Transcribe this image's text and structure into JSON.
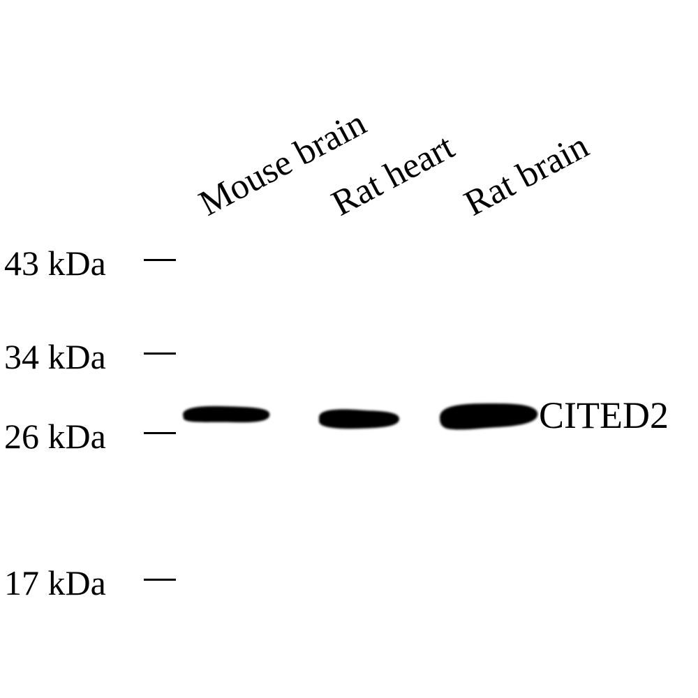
{
  "lanes": [
    {
      "label": "Mouse brain"
    },
    {
      "label": "Rat heart"
    },
    {
      "label": "Rat brain"
    }
  ],
  "markers": [
    {
      "label": "43 kDa"
    },
    {
      "label": "34 kDa"
    },
    {
      "label": "26 kDa"
    },
    {
      "label": "17 kDa"
    }
  ],
  "target": {
    "label": "CITED2"
  },
  "bands": [
    {
      "lane": "Mouse brain",
      "relative_intensity": 0.55
    },
    {
      "lane": "Rat heart",
      "relative_intensity": 0.8
    },
    {
      "lane": "Rat brain",
      "relative_intensity": 1.0
    }
  ],
  "colors": {
    "background": "#ffffff",
    "ink": "#000000"
  }
}
